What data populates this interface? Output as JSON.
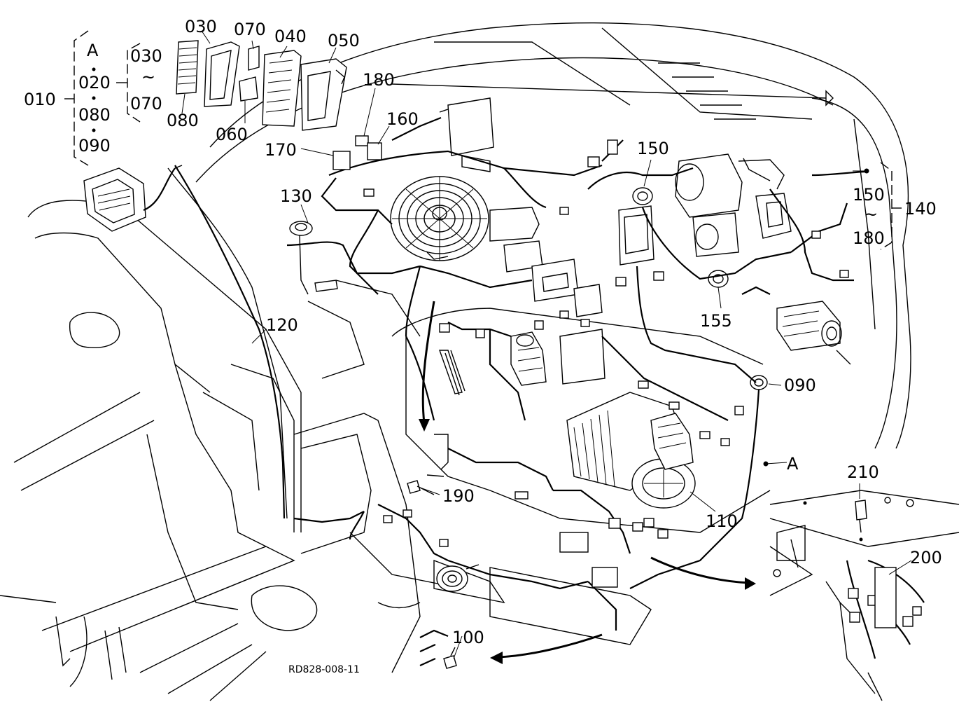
{
  "drawing_id": "RD828-008-11",
  "callouts": {
    "c010": "010",
    "cA_top": "A",
    "c020": "020",
    "c080_left": "080",
    "c090_left": "090",
    "c030_range": "030",
    "tilde_left": "~",
    "c070_range": "070",
    "c030": "030",
    "c070": "070",
    "c040": "040",
    "c050": "050",
    "c080": "080",
    "c060": "060",
    "c180": "180",
    "c160": "160",
    "c170": "170",
    "c130": "130",
    "c150": "150",
    "c150_range": "150",
    "tilde_right": "~",
    "c180_range": "180",
    "c140": "140",
    "c155": "155",
    "c120": "120",
    "c090": "090",
    "cA_wire": "A",
    "c190": "190",
    "c110": "110",
    "c210": "210",
    "c200": "200",
    "c100": "100"
  }
}
